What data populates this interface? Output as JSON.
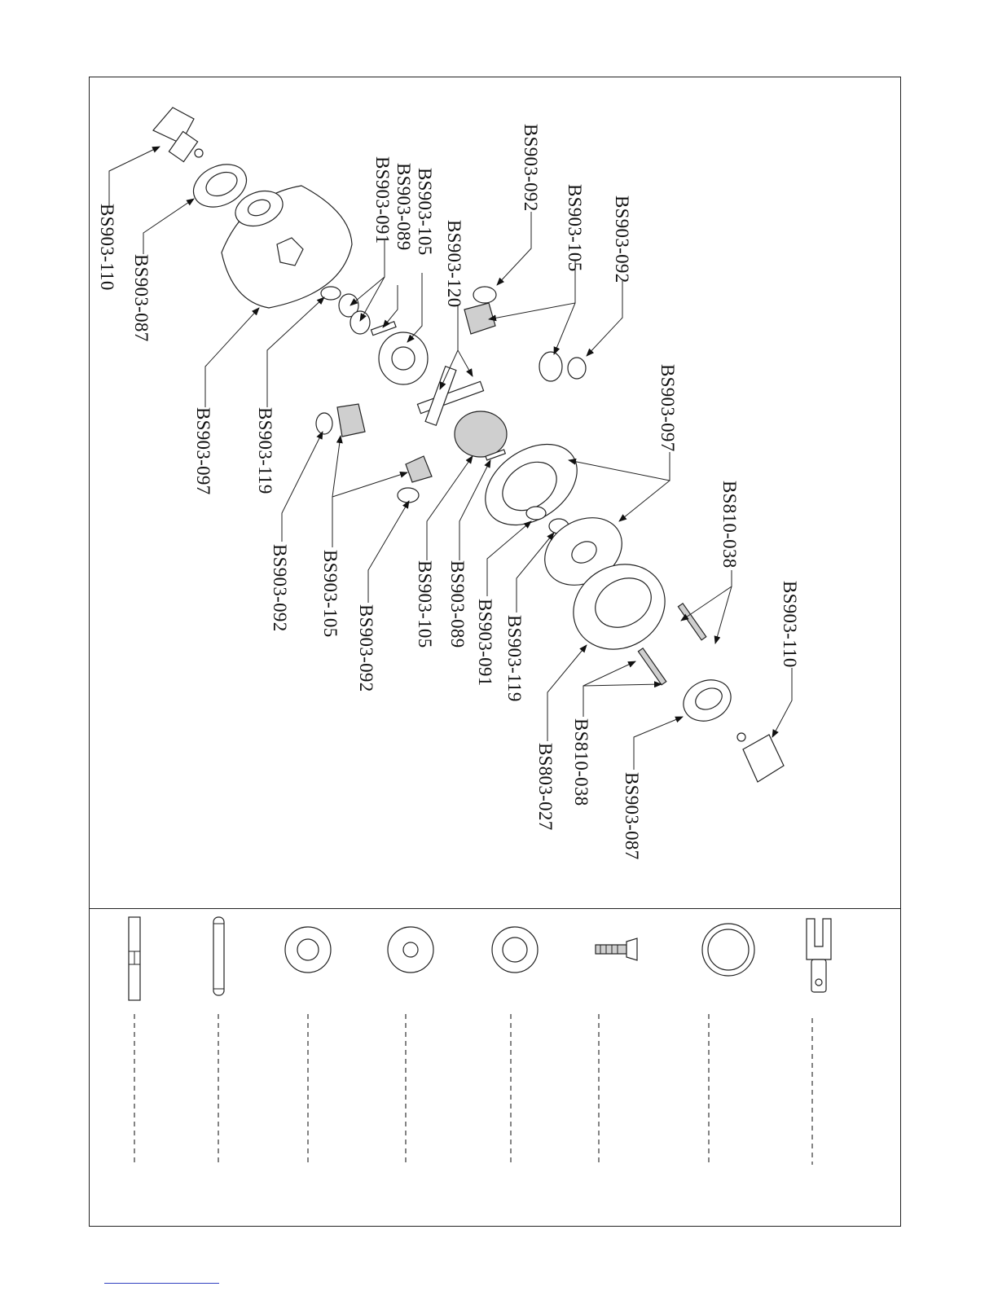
{
  "callouts": [
    "BS903-110",
    "BS903-087",
    "BS903-097",
    "BS903-119",
    "BS903-091",
    "BS903-089",
    "BS903-105",
    "BS903-120",
    "BS903-092",
    "BS903-105",
    "BS903-092",
    "BS903-097",
    "BS810-038",
    "BS903-110",
    "BS903-092",
    "BS903-105",
    "BS903-092",
    "BS903-105",
    "BS903-089",
    "BS903-091",
    "BS903-119",
    "BS803-027",
    "BS810-038",
    "BS903-087"
  ],
  "parts_list": [
    {
      "icon": "cross-pin-icon"
    },
    {
      "icon": "pin-icon"
    },
    {
      "icon": "washer-icon"
    },
    {
      "icon": "washer-icon"
    },
    {
      "icon": "washer-icon"
    },
    {
      "icon": "screw-icon"
    },
    {
      "icon": "bearing-ring-icon"
    },
    {
      "icon": "drive-cup-icon"
    }
  ]
}
